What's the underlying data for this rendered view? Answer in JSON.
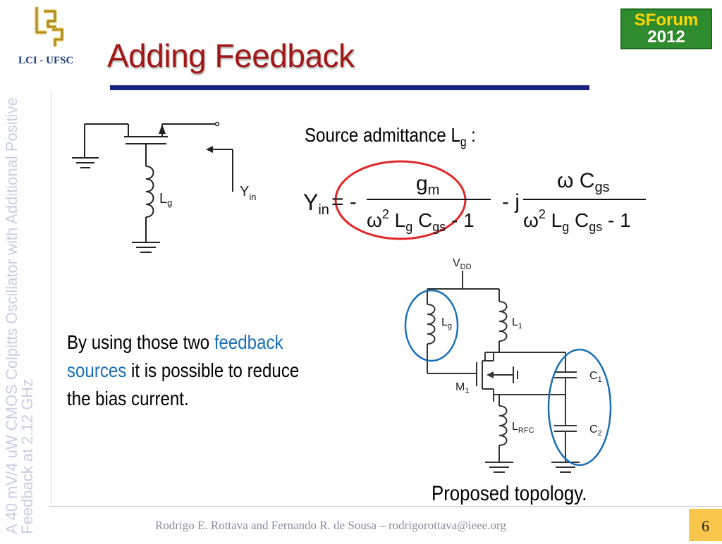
{
  "header": {
    "logo_label": "LCI - UFSC",
    "title": "Adding Feedback",
    "badge_line1": "SForum",
    "badge_line2": "2012"
  },
  "sidebar": {
    "line1": "A 40 mV/4 uW CMOS Colpitts Oscillator with Additional Positive",
    "line2": "Feedback at 2.12 GHz"
  },
  "circuit_left": {
    "inductor_label": "L",
    "inductor_sub": "g",
    "port_label": "Y",
    "port_sub": "in"
  },
  "equation": {
    "caption": "Source admittance L",
    "caption_sub": "g",
    "caption_end": " :",
    "lhs": "Y",
    "lhs_sub": "in",
    "eq_sign": "= -",
    "num1": "g",
    "num1_sub": "m",
    "den1": "ω² L_g C_gs - 1",
    "minus_j": "- j",
    "num2": "ω C",
    "num2_sub": "gs",
    "den2": "ω² L_g C_gs - 1"
  },
  "body": {
    "text_a": "By using those two ",
    "highlight": "feedback sources",
    "text_b": " it is possible to reduce the bias current."
  },
  "circuit_right": {
    "vdd": "V",
    "vdd_sub": "DD",
    "lg": "L",
    "lg_sub": "g",
    "l1": "L",
    "l1_sub": "1",
    "m1": "M",
    "m1_sub": "1",
    "lrfc": "L",
    "lrfc_sub": "RFC",
    "c1": "C",
    "c1_sub": "1",
    "c2": "C",
    "c2_sub": "2",
    "caption": "Proposed topology."
  },
  "footer": {
    "authors": "Rodrigo E. Rottava and Fernando R. de Sousa – rodrigorottava@ieee.org",
    "page": "6"
  },
  "colors": {
    "title": "#a01818",
    "rule": "#1a237e",
    "highlight": "#1a6fb5",
    "red_ellipse": "#e0282a",
    "blue_ellipse": "#1a6fb5"
  }
}
